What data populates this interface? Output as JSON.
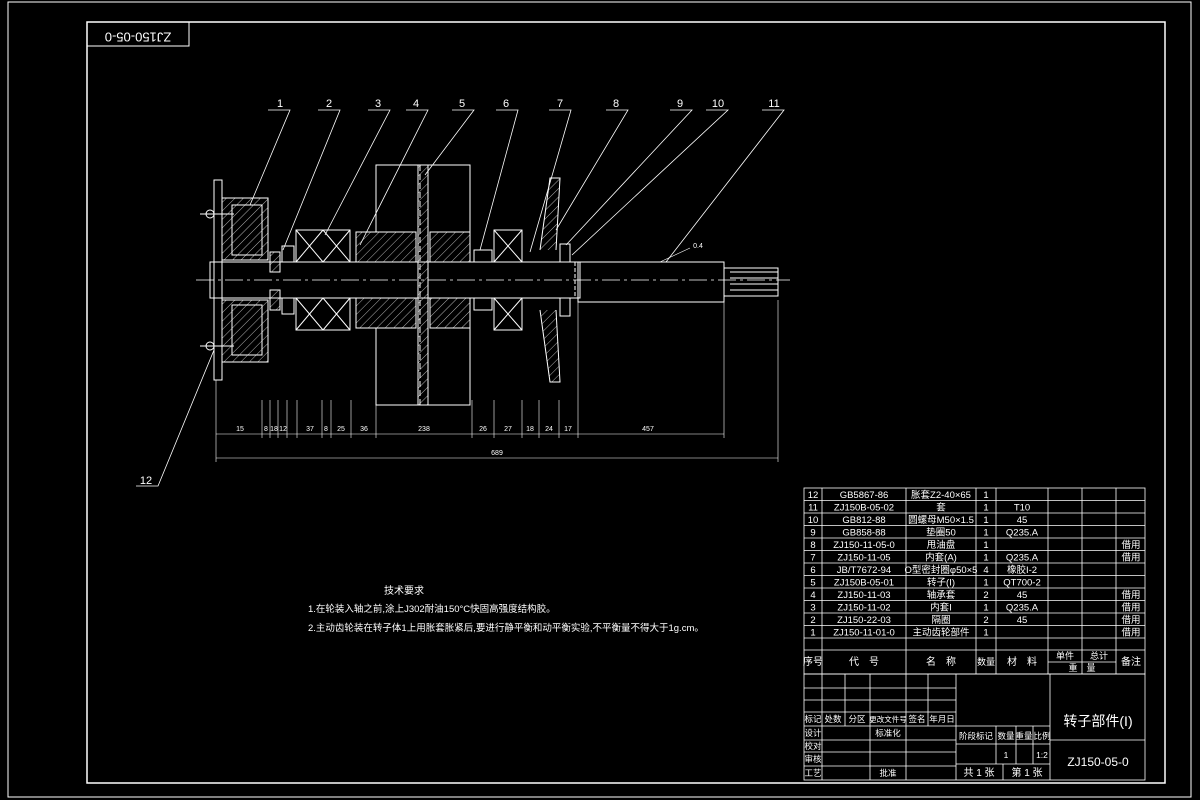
{
  "drawing_number_flipped": "ZJ150-05-0",
  "balloons": [
    "1",
    "2",
    "3",
    "4",
    "5",
    "6",
    "7",
    "8",
    "9",
    "10",
    "11",
    "12"
  ],
  "dimensions": {
    "segments": [
      "15",
      "8",
      "18",
      "12",
      "37",
      "8",
      "25",
      "36",
      "238",
      "26",
      "27",
      "18",
      "24",
      "17",
      "457"
    ],
    "overall": "689",
    "callout": "0.4"
  },
  "notes": {
    "title": "技术要求",
    "items": [
      "1.在轮装入轴之前,涂上J302耐油150°C快固高强度结构胶。",
      "2.主动齿轮装在转子体1上用胀套胀紧后,要进行静平衡和动平衡实验,不平衡量不得大于1g.cm。"
    ]
  },
  "bom": {
    "rows": [
      {
        "no": "12",
        "code": "GB5867-86",
        "name": "胀套Z2-40×65",
        "qty": "1",
        "material": "",
        "remark": ""
      },
      {
        "no": "11",
        "code": "ZJ150B-05-02",
        "name": "套",
        "qty": "1",
        "material": "T10",
        "remark": ""
      },
      {
        "no": "10",
        "code": "GB812-88",
        "name": "圆螺母M50×1.5",
        "qty": "1",
        "material": "45",
        "remark": ""
      },
      {
        "no": "9",
        "code": "GB858-88",
        "name": "垫圈50",
        "qty": "1",
        "material": "Q235.A",
        "remark": ""
      },
      {
        "no": "8",
        "code": "ZJ150-11-05-0",
        "name": "甩油盘",
        "qty": "1",
        "material": "",
        "remark": "借用"
      },
      {
        "no": "7",
        "code": "ZJ150-11-05",
        "name": "内套(A)",
        "qty": "1",
        "material": "Q235.A",
        "remark": "借用"
      },
      {
        "no": "6",
        "code": "JB/T7672-94",
        "name": "O型密封圈φ50×5",
        "qty": "4",
        "material": "橡胶I-2",
        "remark": ""
      },
      {
        "no": "5",
        "code": "ZJ150B-05-01",
        "name": "转子(I)",
        "qty": "1",
        "material": "QT700-2",
        "remark": ""
      },
      {
        "no": "4",
        "code": "ZJ150-11-03",
        "name": "轴承套",
        "qty": "2",
        "material": "45",
        "remark": "借用"
      },
      {
        "no": "3",
        "code": "ZJ150-11-02",
        "name": "内套I",
        "qty": "1",
        "material": "Q235.A",
        "remark": "借用"
      },
      {
        "no": "2",
        "code": "ZJ150-22-03",
        "name": "隔圈",
        "qty": "2",
        "material": "45",
        "remark": "借用"
      },
      {
        "no": "1",
        "code": "ZJ150-11-01-0",
        "name": "主动齿轮部件",
        "qty": "1",
        "material": "",
        "remark": "借用"
      }
    ],
    "headers": {
      "no": "序号",
      "code": "代　号",
      "name": "名　称",
      "qty": "数量",
      "material": "材　料",
      "single": "单件",
      "total": "总计",
      "weight": "重　量",
      "remark": "备注"
    }
  },
  "title_block": {
    "part_name": "转子部件(I)",
    "drawing_no": "ZJ150-05-0",
    "rev_headers": [
      "标记",
      "处数",
      "分区",
      "更改文件号",
      "签名",
      "年月日"
    ],
    "roles": [
      "设计",
      "校对",
      "审核",
      "工艺"
    ],
    "std": "标准化",
    "approve": "批准",
    "stage_headers": [
      "阶段标记",
      "数量",
      "重量",
      "比例"
    ],
    "qty": "1",
    "scale": "1:2",
    "sheets_total": "共 1 张",
    "sheet_no": "第 1 张"
  }
}
